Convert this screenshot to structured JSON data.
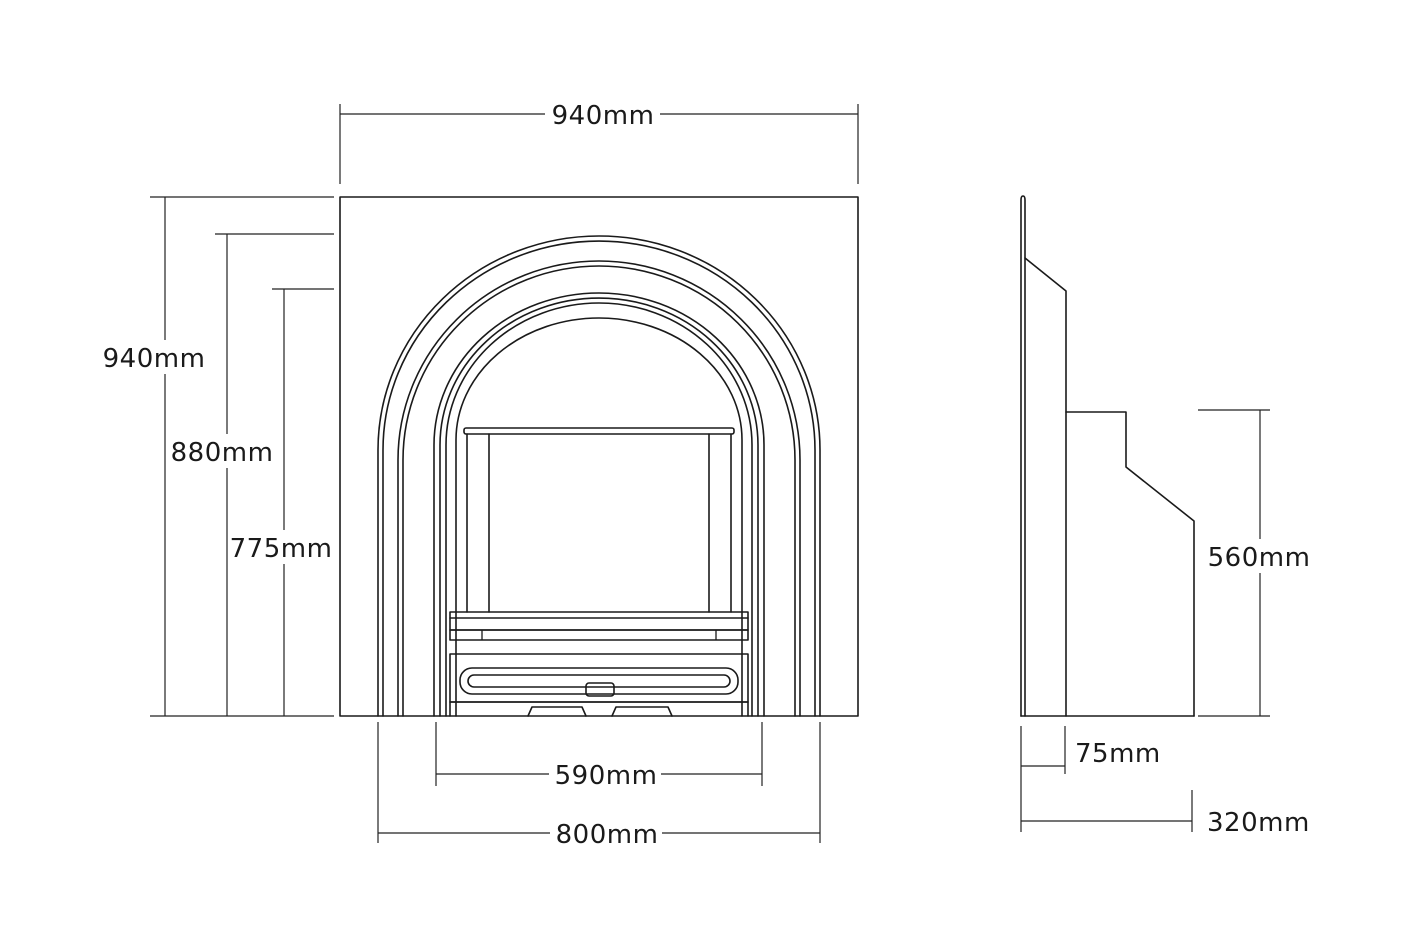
{
  "dimensions": {
    "front_width": "940mm",
    "front_height": "940mm",
    "arch_outer_height": "880mm",
    "arch_inner_height": "775mm",
    "opening_width": "590mm",
    "arch_outer_width": "800mm",
    "side_height": "560mm",
    "side_plate_depth": "75mm",
    "side_total_depth": "320mm"
  },
  "colors": {
    "line": "#1a1a1a",
    "background": "#ffffff"
  }
}
